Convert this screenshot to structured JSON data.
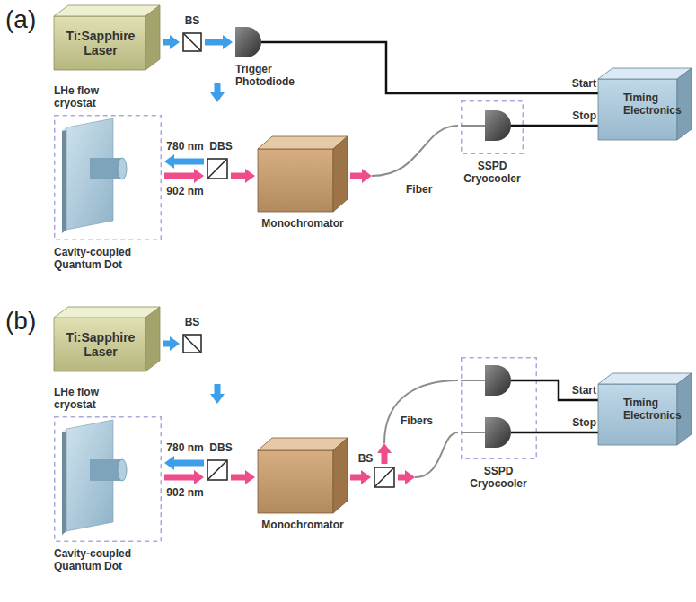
{
  "diagram": {
    "nodes": [
      {
        "text": [
          "Ti:Sapphire Laser"
        ]
      },
      {
        "text": [
          "BS"
        ]
      },
      {
        "text": [
          "Trigger Photodiode"
        ]
      },
      {
        "text": [
          "LHe flow cryostat",
          "Cavity-coupled Quantum Dot"
        ]
      },
      {
        "text": [
          "DBS"
        ]
      },
      {
        "text": [
          "Monochromator"
        ]
      },
      {
        "text": [
          "SSPD Cryocooler"
        ]
      },
      {
        "text": [
          "Timing Electronics"
        ]
      },
      {
        "text": [
          "Ti:Sapphire Laser"
        ]
      },
      {
        "text": [
          "BS"
        ]
      },
      {
        "text": [
          "LHe flow cryostat",
          "Cavity-coupled Quantum Dot"
        ]
      },
      {
        "text": [
          "DBS"
        ]
      },
      {
        "text": [
          "Monochromator"
        ]
      },
      {
        "text": [
          "BS"
        ]
      },
      {
        "text": [
          "SSPD Cryocooler"
        ]
      },
      {
        "text": [
          "Timing Electronics"
        ]
      }
    ],
    "edges": [
      {
        "from": 0,
        "to": 1,
        "arrow": "to"
      },
      {
        "from": 1,
        "to": 2,
        "arrow": "to"
      },
      {
        "from": 4,
        "to": 3,
        "arrow": "to",
        "label": "780 nm"
      },
      {
        "from": 3,
        "to": 4,
        "arrow": "to",
        "label": "902 nm"
      },
      {
        "from": 4,
        "to": 5,
        "arrow": "to"
      },
      {
        "from": 5,
        "to": 6,
        "arrow": "to",
        "label": "Fiber"
      },
      {
        "from": 2,
        "to": 7,
        "arrow": "none",
        "label": "Start"
      },
      {
        "from": 6,
        "to": 7,
        "arrow": "none",
        "label": "Stop"
      },
      {
        "from": 8,
        "to": 9,
        "arrow": "to"
      },
      {
        "from": 11,
        "to": 10,
        "arrow": "to",
        "label": "780 nm"
      },
      {
        "from": 10,
        "to": 11,
        "arrow": "to",
        "label": "902 nm"
      },
      {
        "from": 11,
        "to": 12,
        "arrow": "to"
      },
      {
        "from": 12,
        "to": 13,
        "arrow": "to"
      },
      {
        "from": 13,
        "to": 14,
        "arrow": "to",
        "label": "Fibers"
      },
      {
        "from": 13,
        "to": 14,
        "arrow": "to"
      },
      {
        "from": 14,
        "to": 15,
        "arrow": "none",
        "label": "Start"
      },
      {
        "from": 14,
        "to": 15,
        "arrow": "none",
        "label": "Stop"
      }
    ],
    "labels": [
      "(a)",
      "(b)"
    ]
  }
}
